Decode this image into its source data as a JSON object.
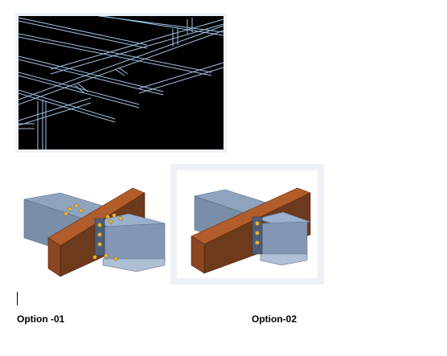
{
  "images": [
    {
      "name": "steel-framing-wireframe"
    },
    {
      "name": "connection-option-01-render"
    },
    {
      "name": "connection-option-02-render"
    }
  ],
  "captions": {
    "option1": "Option -01",
    "option2": "Option-02"
  },
  "colors": {
    "wire_background": "#000000",
    "wire_lines": "#9fc4e6",
    "beam_steel": "#8fa3bf",
    "beam_rust": "#a0522d",
    "bolt": "#e0b43a"
  }
}
